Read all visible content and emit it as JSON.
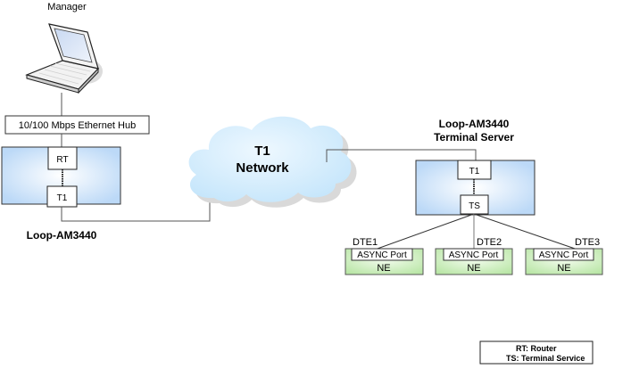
{
  "manager": {
    "label": "Manager",
    "icon": "laptop-icon"
  },
  "hub": {
    "label": "10/100 Mbps Ethernet Hub"
  },
  "local_device": {
    "label": "Loop-AM3440",
    "modules": {
      "top": "RT",
      "bottom": "T1"
    }
  },
  "network": {
    "line1": "T1",
    "line2": "Network",
    "icon": "cloud-icon"
  },
  "remote_device": {
    "label_line1": "Loop-AM3440",
    "label_line2": "Terminal Server",
    "modules": {
      "top": "T1",
      "bottom": "TS"
    }
  },
  "dte_nodes": [
    {
      "dte_label": "DTE1",
      "port_label": "ASYNC Port",
      "ne_label": "NE"
    },
    {
      "dte_label": "DTE2",
      "port_label": "ASYNC Port",
      "ne_label": "NE"
    },
    {
      "dte_label": "DTE3",
      "port_label": "ASYNC Port",
      "ne_label": "NE"
    }
  ],
  "legend": [
    {
      "text": "RT: Router"
    },
    {
      "text": "TS: Terminal Service"
    }
  ],
  "colors": {
    "device_fill_center": "#ffffff",
    "device_fill_edge": "#bcd9f7",
    "ne_fill_center": "#f0fbea",
    "ne_fill_edge": "#b9e6a6",
    "cloud_fill": "#cde9fb",
    "cloud_shadow": "#d9d9d9",
    "line": "#555555"
  }
}
